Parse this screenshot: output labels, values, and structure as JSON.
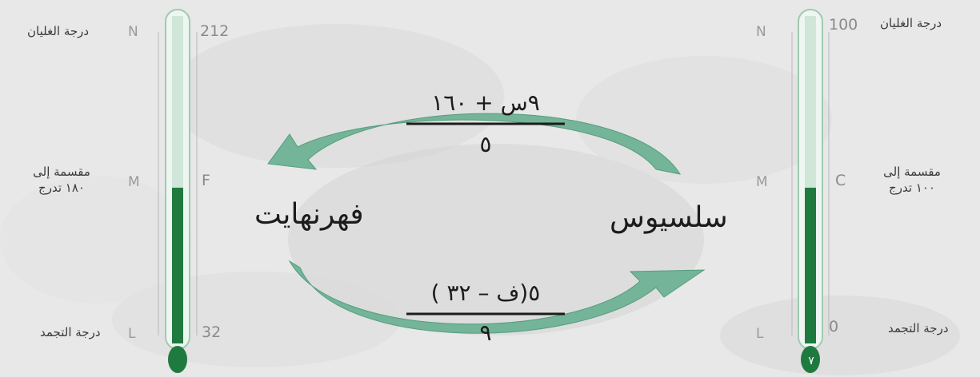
{
  "left_thermometer": {
    "top_label": "درجة الغليان",
    "middle_label_line1": "مقسمة إلى",
    "middle_label_line2": "١٨٠ تدرج",
    "bottom_label": "درجة التجمد",
    "tick_top": "N",
    "tick_middle": "M",
    "tick_bottom": "L",
    "unit_letter": "F",
    "top_value": "212",
    "bottom_value": "32"
  },
  "right_thermometer": {
    "top_label": "درجة الغليان",
    "middle_label_line1": "مقسمة إلى",
    "middle_label_line2": "١٠٠ تدرج",
    "bottom_label": "درجة التجمد",
    "tick_top": "N",
    "tick_middle": "M",
    "tick_bottom": "L",
    "unit_letter": "C",
    "top_value": "100",
    "bottom_value": "0"
  },
  "conversion": {
    "fahrenheit_label": "فهرنهايت",
    "celsius_label": "سلسيوس",
    "c_to_f_numerator": "٩س + ١٦٠",
    "c_to_f_denominator": "٥",
    "f_to_c_numerator": "٥(ف – ٣٢ )",
    "f_to_c_denominator": "٩"
  },
  "colors": {
    "accent_green": "#1f7a3f",
    "arrow_green": "#6fb295",
    "tube_light": "#d8ece0"
  }
}
